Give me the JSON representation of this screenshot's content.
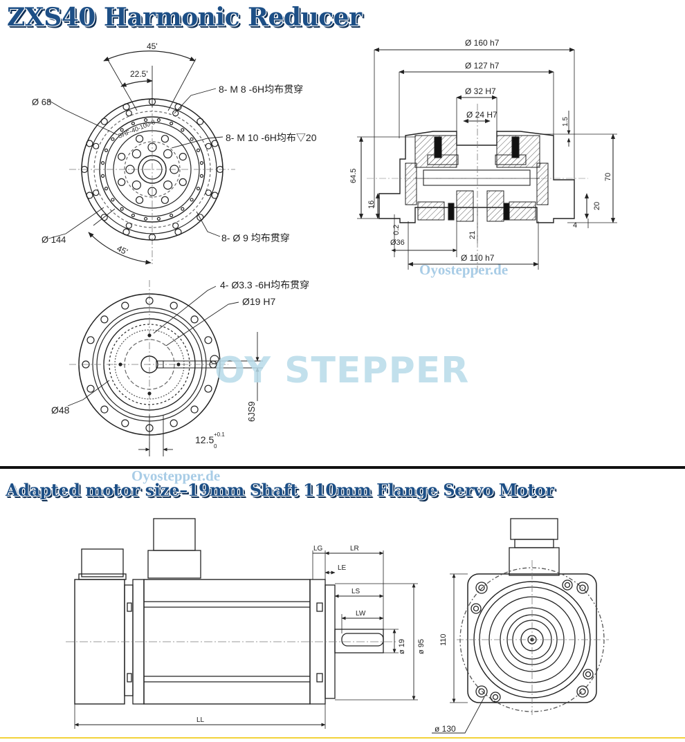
{
  "titles": {
    "top": "ZXS40 Harmonic Reducer",
    "bottom": "Adapted motor size–19mm Shaft 110mm Flange Servo Motor"
  },
  "watermarks": {
    "site_1": "Oyostepper.de",
    "logo": "OY STEPPER",
    "site_2": "Oyostepper.de"
  },
  "reducer_front": {
    "angle_45_top": "45'",
    "angle_22_5": "22.5'",
    "d68": "Ø 68",
    "d144": "Ø 144",
    "angle_45_bottom": "45'",
    "m8": "8- M 8 -6H均布贯穿",
    "m10": "8- M 10 -6H均布▽20",
    "d9": "8- Ø 9 均布贯穿",
    "engraving": "SHF-40-100-8"
  },
  "reducer_back": {
    "d3_3": "4- Ø3.3 -6H均布贯穿",
    "d19": "Ø19 H7",
    "d48": "Ø48",
    "key_6js9": "6JS9",
    "dim_12_5": "12.5",
    "tol_upper": "+0.1",
    "tol_lower": "0"
  },
  "reducer_section": {
    "d160": "Ø 160 h7",
    "d127": "Ø 127 h7",
    "d32": "Ø 32 H7",
    "d24": "Ø 24 H7",
    "dim_1_5": "1.5",
    "dim_64_5": "64.5",
    "dim_70": "70",
    "dim_16": "16",
    "dim_20": "20",
    "dim_4": "4",
    "dim_0_2": "0.2",
    "d36": "Ø36",
    "dim_21": "21",
    "d110": "Ø 110 h7"
  },
  "motor_side": {
    "lg": "LG",
    "lr": "LR",
    "le": "LE",
    "ls": "LS",
    "lw": "LW",
    "d19": "ø 19",
    "d95": "ø 95",
    "ll": "LL"
  },
  "motor_front": {
    "dim_110": "110",
    "d130": "ø 130"
  }
}
